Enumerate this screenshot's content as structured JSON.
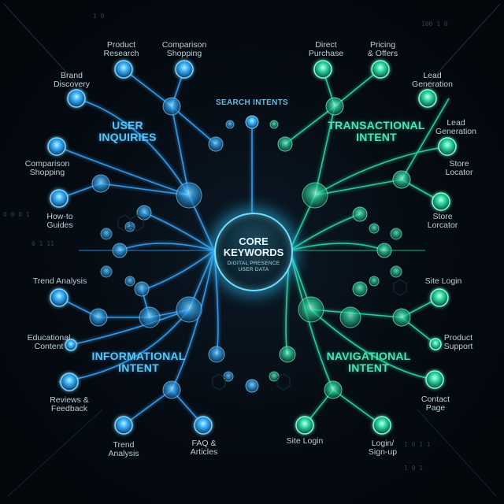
{
  "diagram": {
    "center": {
      "title": "CORE\nKEYWORDS",
      "subtitle": "DIGITAL PRESENCE\nUSER DATA"
    },
    "top_label": "SEARCH INTENTS",
    "sections": [
      {
        "id": "user-inquiries",
        "title": "USER\nINQUIRIES",
        "color": "#5cc4f4"
      },
      {
        "id": "transactional-intent",
        "title": "TRANSACTIONAL\nINTENT",
        "color": "#4fe3b4"
      },
      {
        "id": "informational-intent",
        "title": "INFORMATIONAL\nINTENT",
        "color": "#5cc4f4"
      },
      {
        "id": "navigational-intent",
        "title": "NAVIGATIONAL\nINTENT",
        "color": "#4fe3b4"
      }
    ],
    "nodes": {
      "user_inquiries": [
        "Product\nResearch",
        "Comparison\nShopping",
        "Brand\nDiscovery",
        "Comparison\nShopping",
        "How-to\nGuides"
      ],
      "transactional": [
        "Direct\nPurchase",
        "Pricing\n& Offers",
        "Lead\nGeneration",
        "Lead\nGeneration",
        "Store\nLocator",
        "Store\nLorcator"
      ],
      "informational": [
        "Trend Analysis",
        "Educational\nContent",
        "Reviews &\nFeedback",
        "Trend\nAnalysis",
        "FAQ &\nArticles"
      ],
      "navigational": [
        "Site Login",
        "Product\nSupport",
        "Contact\nPage",
        "Site Login",
        "Login/\nSign-up"
      ]
    },
    "colors": {
      "background": "#05090f",
      "blue_accent": "#3aa8ff",
      "green_accent": "#2fe0a8",
      "label_text": "#b9cfd8"
    },
    "binary_decor": [
      "1 0",
      "0 0 0 1",
      "0   1  11",
      "100   1 0",
      "1 0 1 1",
      "1  0  1"
    ]
  }
}
